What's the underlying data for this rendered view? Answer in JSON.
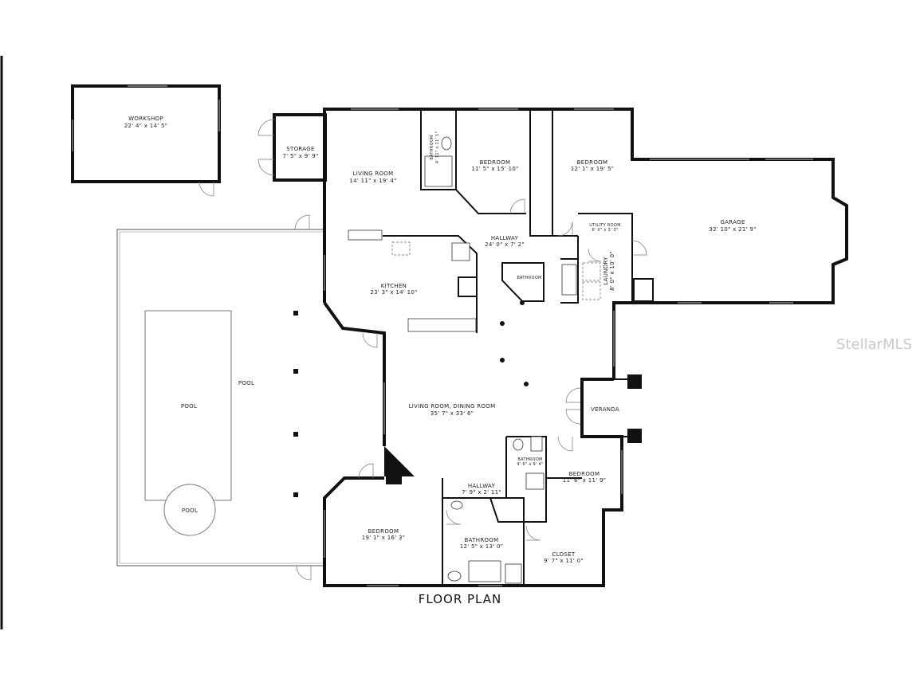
{
  "plan_title": "FLOOR PLAN",
  "watermark": "StellarMLS",
  "rooms": {
    "workshop": {
      "name": "WORKSHOP",
      "dim": "22' 4\" x 14' 5\""
    },
    "storage": {
      "name": "STORAGE",
      "dim": "7' 5\" x 9' 9\""
    },
    "living_room": {
      "name": "LIVING ROOM",
      "dim": "14' 11\" x 19' 4\""
    },
    "bathroom_top": {
      "name": "BATHROOM",
      "dim": "4' 11\" x 11' 1\""
    },
    "bedroom_1": {
      "name": "BEDROOM",
      "dim": "11' 5\" x 15' 10\""
    },
    "bedroom_2": {
      "name": "BEDROOM",
      "dim": "12' 1\" x 19' 5\""
    },
    "garage": {
      "name": "GARAGE",
      "dim": "32' 10\" x 21' 9\""
    },
    "utility_room": {
      "name": "UTILITY ROOM",
      "dim": "6' 0\" x 3' 3\""
    },
    "hallway_1": {
      "name": "HALLWAY",
      "dim": "24' 0\" x 7' 2\""
    },
    "laundry": {
      "name": "LAUNDRY",
      "dim": "8' 0\" x 10' 0\""
    },
    "bathroom_mid": {
      "name": "BATHROOM",
      "dim": ""
    },
    "kitchen": {
      "name": "KITCHEN",
      "dim": "23' 3\" x 14' 10\""
    },
    "pool_deck": {
      "name": "POOL"
    },
    "pool": {
      "name": "POOL"
    },
    "spa": {
      "name": "POOL"
    },
    "living_dining": {
      "name": "LIVING ROOM, DINING ROOM",
      "dim": "35' 7\" x 33' 6\""
    },
    "veranda": {
      "name": "VERANDA"
    },
    "bathroom_small": {
      "name": "BATHROOM",
      "dim": "9' 6\" x 9' 4\""
    },
    "bedroom_3": {
      "name": "BEDROOM",
      "dim": "11' 6\" x 11' 9\""
    },
    "hallway_2": {
      "name": "HALLWAY",
      "dim": "7' 9\" x 2' 11\""
    },
    "bedroom_master": {
      "name": "BEDROOM",
      "dim": "19' 1\" x 16' 3\""
    },
    "bathroom_master": {
      "name": "BATHROOM",
      "dim": "12' 5\" x 13' 0\""
    },
    "closet": {
      "name": "CLOSET",
      "dim": "9' 7\" x 11' 0\""
    }
  }
}
